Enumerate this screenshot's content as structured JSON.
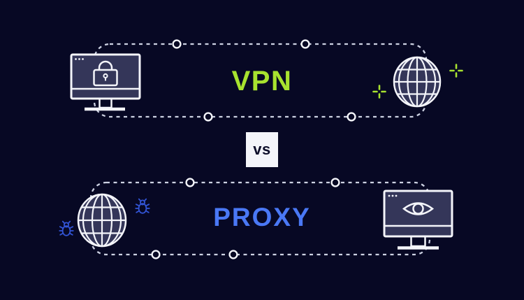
{
  "illustration": {
    "theme": "dark-navy",
    "labels": {
      "vpn": "VPN",
      "vs": "vs",
      "proxy": "PROXY"
    },
    "colors": {
      "bg": "#070824",
      "panel": "#343659",
      "white": "#f4f5fa",
      "dash": "#ccd1e2",
      "green": "#a8e22f",
      "blue": "#4a78f5",
      "bug": "#3254d5",
      "dark": "#0d0e2a"
    },
    "icons": {
      "vpn_left": "monitor-lock-icon",
      "vpn_right": "globe-icon",
      "vpn_accents": "sparkle-plus-icon (x2, green)",
      "proxy_left": "globe-icon",
      "proxy_threats": "bug-icon (x2, blue)",
      "proxy_right": "monitor-eye-icon"
    }
  }
}
